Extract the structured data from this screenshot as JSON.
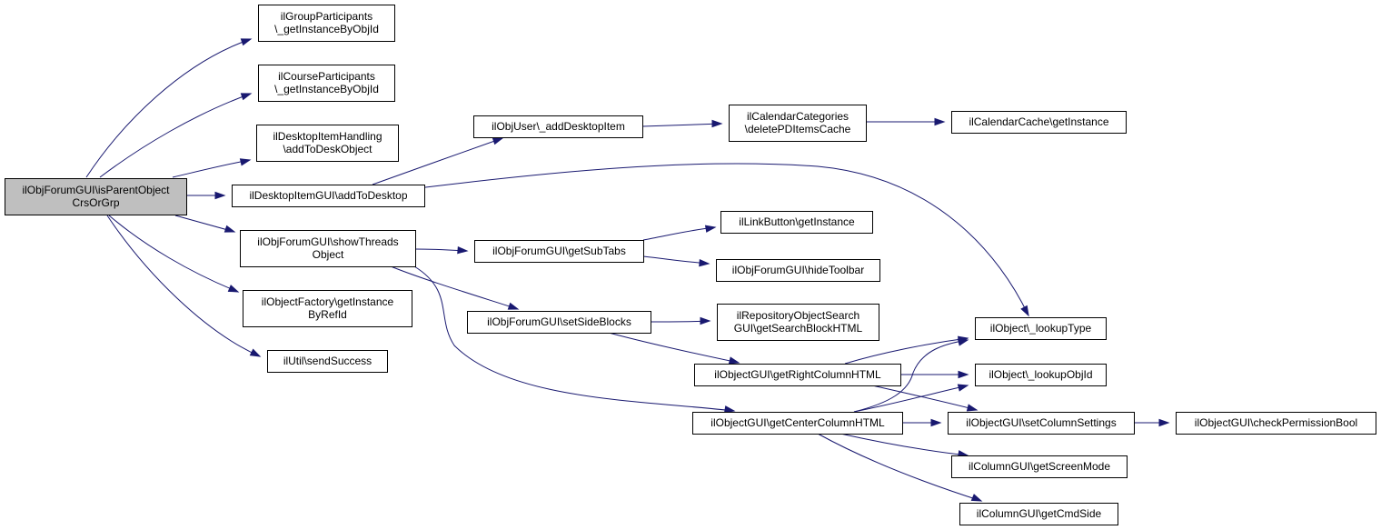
{
  "graph": {
    "edge_color": "#191970",
    "root_fill": "#bfbfbf",
    "nodes": [
      {
        "id": "root",
        "lines": [
          "ilObjForumGUI\\isParentObject",
          "CrsOrGrp"
        ],
        "root": true
      },
      {
        "id": "groupParticipants",
        "lines": [
          "ilGroupParticipants",
          "\\_getInstanceByObjId"
        ]
      },
      {
        "id": "courseParticipants",
        "lines": [
          "ilCourseParticipants",
          "\\_getInstanceByObjId"
        ]
      },
      {
        "id": "desktopItemHandling",
        "lines": [
          "ilDesktopItemHandling",
          "\\addToDeskObject"
        ]
      },
      {
        "id": "desktopItemGUI",
        "lines": [
          "ilDesktopItemGUI\\addToDesktop"
        ]
      },
      {
        "id": "showThreads",
        "lines": [
          "ilObjForumGUI\\showThreads",
          "Object"
        ]
      },
      {
        "id": "objectFactory",
        "lines": [
          "ilObjectFactory\\getInstance",
          "ByRefId"
        ]
      },
      {
        "id": "utilSendSuccess",
        "lines": [
          "ilUtil\\sendSuccess"
        ]
      },
      {
        "id": "objUserAdd",
        "lines": [
          "ilObjUser\\_addDesktopItem"
        ]
      },
      {
        "id": "calCategories",
        "lines": [
          "ilCalendarCategories",
          "\\deletePDItemsCache"
        ]
      },
      {
        "id": "calCache",
        "lines": [
          "ilCalendarCache\\getInstance"
        ]
      },
      {
        "id": "getSubTabs",
        "lines": [
          "ilObjForumGUI\\getSubTabs"
        ]
      },
      {
        "id": "linkButton",
        "lines": [
          "ilLinkButton\\getInstance"
        ]
      },
      {
        "id": "hideToolbar",
        "lines": [
          "ilObjForumGUI\\hideToolbar"
        ]
      },
      {
        "id": "setSideBlocks",
        "lines": [
          "ilObjForumGUI\\setSideBlocks"
        ]
      },
      {
        "id": "repoSearch",
        "lines": [
          "ilRepositoryObjectSearch",
          "GUI\\getSearchBlockHTML"
        ]
      },
      {
        "id": "lookupType",
        "lines": [
          "ilObject\\_lookupType"
        ]
      },
      {
        "id": "rightCol",
        "lines": [
          "ilObjectGUI\\getRightColumnHTML"
        ]
      },
      {
        "id": "lookupObjId",
        "lines": [
          "ilObject\\_lookupObjId"
        ]
      },
      {
        "id": "centerCol",
        "lines": [
          "ilObjectGUI\\getCenterColumnHTML"
        ]
      },
      {
        "id": "setColSettings",
        "lines": [
          "ilObjectGUI\\setColumnSettings"
        ]
      },
      {
        "id": "checkPerm",
        "lines": [
          "ilObjectGUI\\checkPermissionBool"
        ]
      },
      {
        "id": "screenMode",
        "lines": [
          "ilColumnGUI\\getScreenMode"
        ]
      },
      {
        "id": "cmdSide",
        "lines": [
          "ilColumnGUI\\getCmdSide"
        ]
      }
    ],
    "edges": [
      {
        "from": "root",
        "to": "groupParticipants"
      },
      {
        "from": "root",
        "to": "courseParticipants"
      },
      {
        "from": "root",
        "to": "desktopItemHandling"
      },
      {
        "from": "root",
        "to": "desktopItemGUI"
      },
      {
        "from": "root",
        "to": "showThreads"
      },
      {
        "from": "root",
        "to": "objectFactory"
      },
      {
        "from": "root",
        "to": "utilSendSuccess"
      },
      {
        "from": "desktopItemGUI",
        "to": "objUserAdd"
      },
      {
        "from": "desktopItemGUI",
        "to": "lookupType"
      },
      {
        "from": "objUserAdd",
        "to": "calCategories"
      },
      {
        "from": "calCategories",
        "to": "calCache"
      },
      {
        "from": "showThreads",
        "to": "getSubTabs"
      },
      {
        "from": "showThreads",
        "to": "setSideBlocks"
      },
      {
        "from": "showThreads",
        "to": "centerCol"
      },
      {
        "from": "getSubTabs",
        "to": "linkButton"
      },
      {
        "from": "getSubTabs",
        "to": "hideToolbar"
      },
      {
        "from": "setSideBlocks",
        "to": "repoSearch"
      },
      {
        "from": "setSideBlocks",
        "to": "rightCol"
      },
      {
        "from": "rightCol",
        "to": "lookupType"
      },
      {
        "from": "rightCol",
        "to": "lookupObjId"
      },
      {
        "from": "rightCol",
        "to": "setColSettings"
      },
      {
        "from": "centerCol",
        "to": "lookupType"
      },
      {
        "from": "centerCol",
        "to": "lookupObjId"
      },
      {
        "from": "centerCol",
        "to": "setColSettings"
      },
      {
        "from": "centerCol",
        "to": "screenMode"
      },
      {
        "from": "centerCol",
        "to": "cmdSide"
      },
      {
        "from": "setColSettings",
        "to": "checkPerm"
      }
    ]
  }
}
